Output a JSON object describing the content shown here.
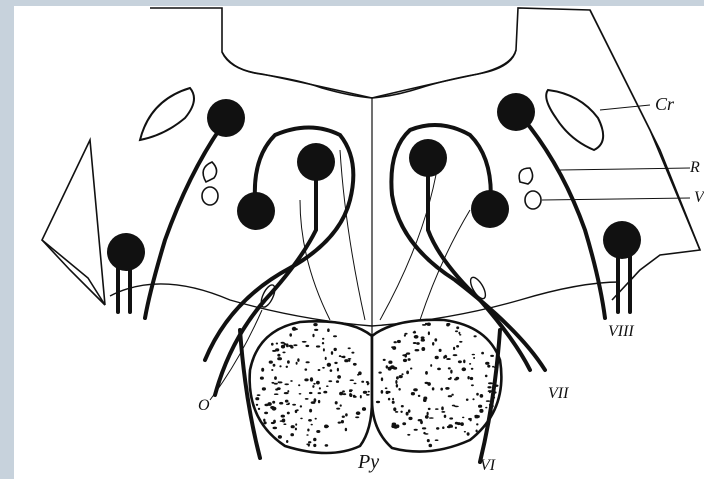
{
  "labels": {
    "cr": "Cr",
    "r": "R",
    "v": "V",
    "viii": "VIII",
    "vii": "VII",
    "vi": "VI",
    "o": "O",
    "py": "Py"
  },
  "colors": {
    "frame": "#c7d2dc",
    "paper": "#ffffff",
    "ink": "#111111"
  }
}
